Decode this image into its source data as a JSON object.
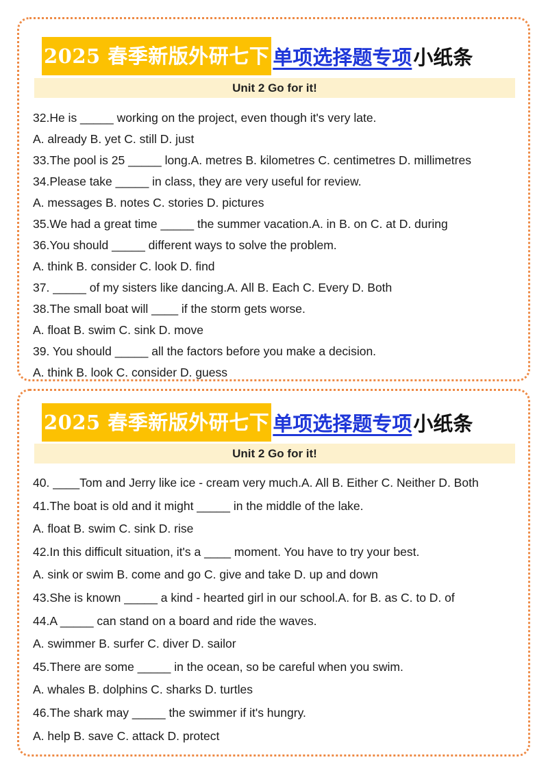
{
  "cards": [
    {
      "title_yellow": "2025 春季新版外研七下",
      "title_blue": "单项选择题专项",
      "title_black": "小纸条",
      "unit": "Unit 2 Go for it!",
      "lines": [
        "32.He is  _____  working on the project, even though it's very late.",
        "A. already B. yet C. still D. just",
        "33.The pool is 25  _____  long.A. metres B. kilometres C. centimetres D. millimetres",
        "34.Please take  _____  in class, they are very useful for review.",
        "A. messages B. notes C. stories D. pictures",
        "35.We had a great time  _____   the summer vacation.A. in B. on C. at D. during",
        "36.You should  _____  different ways to solve the problem.",
        "A. think B. consider C. look D. find",
        "37.  _____   of my sisters like dancing.A. All B. Each C. Every D. Both",
        "38.The small boat will  ____   if the storm gets worse.",
        "A. float B. swim C. sink D. move",
        "39. You should   _____   all the factors before you make a decision.",
        "A. think B. look C. consider D. guess"
      ]
    },
    {
      "title_yellow": "2025 春季新版外研七下",
      "title_blue": "单项选择题专项",
      "title_black": "小纸条",
      "unit": "Unit 2 Go for it!",
      "lines": [
        "40.  ____Tom and Jerry like ice - cream very much.A. All B. Either C. Neither D. Both",
        "41.The boat is old and it might    _____   in the middle of the lake.",
        "A. float B. swim C. sink D. rise",
        "42.In this difficult situation, it's a    ____   moment. You have to try your best.",
        "A. sink or swim B. come and go C. give and take D. up and down",
        "43.She is known    _____  a kind - hearted girl in our school.A. for B. as C. to D. of",
        "44.A   _____  can stand on a board and ride the waves.",
        "A. swimmer B. surfer C. diver D. sailor",
        "45.There are some  _____  in the ocean, so be careful when you swim.",
        "A. whales B. dolphins C. sharks D. turtles",
        "46.The shark may  _____  the swimmer if it's hungry.",
        "A. help B. save C. attack D. protect"
      ]
    }
  ]
}
